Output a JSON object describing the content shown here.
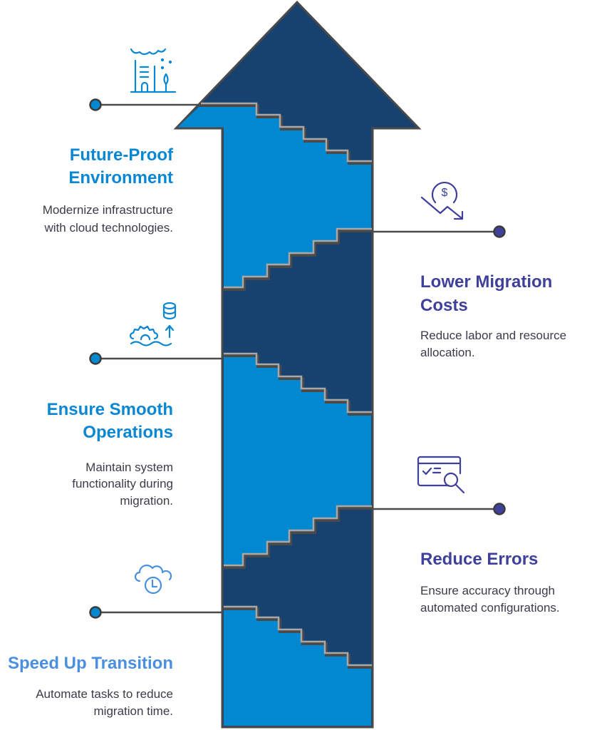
{
  "colors": {
    "arrow_dark": "#17426f",
    "arrow_light": "#0288d1",
    "left_title": "#0a87d3",
    "right_title": "#3f3f9c",
    "speed_title": "#4a8fe0",
    "description": "#3b3b4a"
  },
  "steps": [
    {
      "side": "left",
      "icon": "city-cloud-icon",
      "title": [
        "Future-Proof",
        "Environment"
      ],
      "description": [
        "Modernize infrastructure",
        "with cloud technologies."
      ]
    },
    {
      "side": "right",
      "icon": "cost-down-icon",
      "title": [
        "Lower Migration",
        "Costs"
      ],
      "description": [
        "Reduce labor and resource",
        "allocation."
      ]
    },
    {
      "side": "left",
      "icon": "gear-database-icon",
      "title": [
        "Ensure Smooth",
        "Operations"
      ],
      "description": [
        "Maintain system",
        "functionality during",
        "migration."
      ]
    },
    {
      "side": "right",
      "icon": "config-search-icon",
      "title": [
        "Reduce Errors"
      ],
      "description": [
        "Ensure accuracy through",
        "automated configurations."
      ]
    },
    {
      "side": "left",
      "icon": "cloud-clock-icon",
      "title": [
        "Speed Up Transition"
      ],
      "description": [
        "Automate tasks to reduce",
        "migration time."
      ]
    }
  ]
}
